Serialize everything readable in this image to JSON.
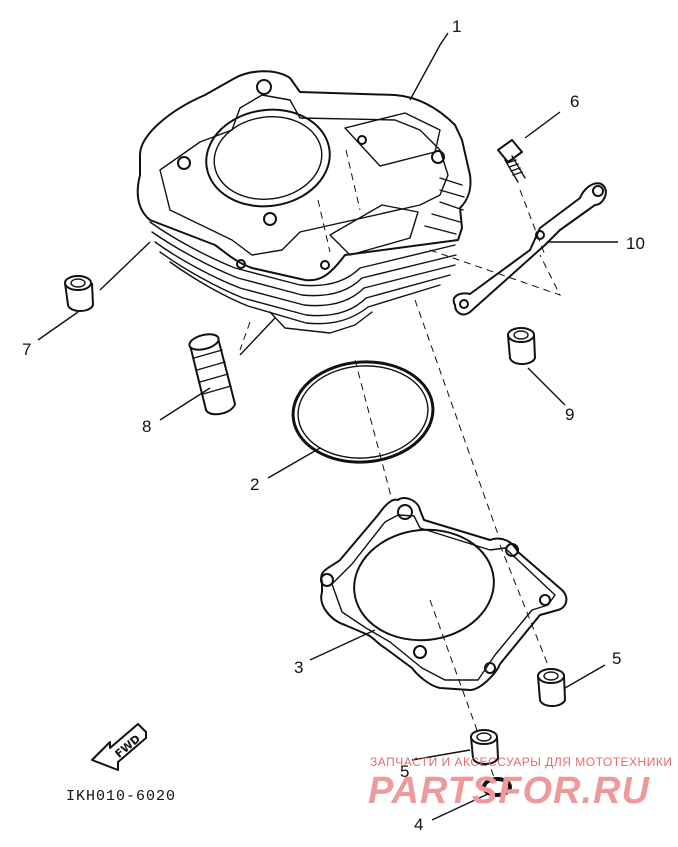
{
  "callouts": {
    "c1": "1",
    "c2": "2",
    "c3": "3",
    "c4": "4",
    "c5a": "5",
    "c5b": "5",
    "c6": "6",
    "c7": "7",
    "c8": "8",
    "c9": "9",
    "c10": "10"
  },
  "part_code": "IKH010-6020",
  "fwd_label": "FWD",
  "watermark": {
    "tagline": "ЗАПЧАСТИ И АКСЕССУАРЫ ДЛЯ МОТОТЕХНИКИ",
    "brand": "PARTSFOR.RU",
    "color": "#e57373"
  }
}
